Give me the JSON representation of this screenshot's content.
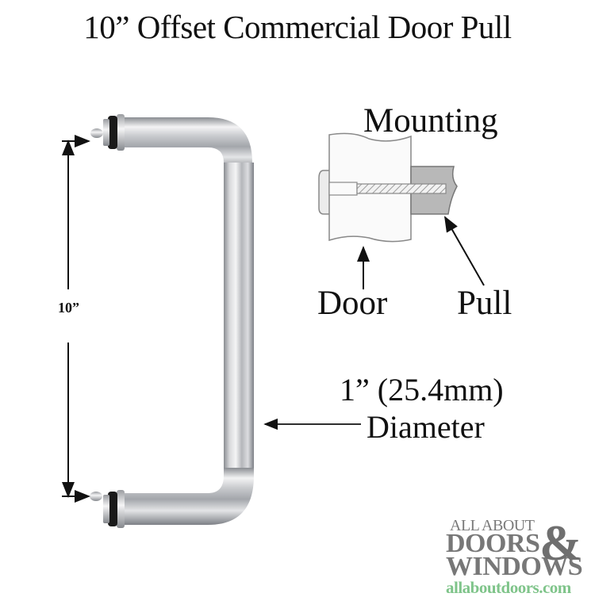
{
  "title": "10” Offset Commercial Door Pull",
  "dimension": {
    "height_label": "10”"
  },
  "mounting": {
    "heading": "Mounting",
    "door_label": "Door",
    "pull_label": "Pull"
  },
  "diameter": {
    "size_label": "1” (25.4mm)",
    "label": "Diameter"
  },
  "logo": {
    "line1": "ALL ABOUT",
    "line2": "DOORS",
    "ampersand": "&",
    "line3": "WINDOWS",
    "url": "allaboutdoors.com",
    "text_color": "#777777",
    "url_color": "#7fc48a"
  },
  "colors": {
    "chrome_light": "#e8e8ea",
    "chrome_mid": "#b9bbbf",
    "chrome_dark": "#7d8086",
    "gasket": "#1a1a1a",
    "pull_section": "#b8b8b8"
  }
}
